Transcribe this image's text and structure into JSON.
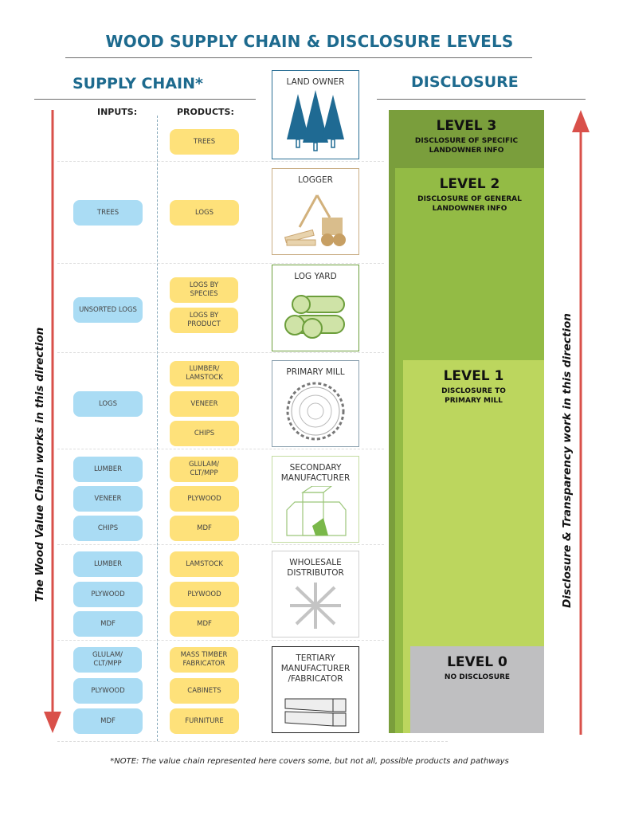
{
  "title": "WOOD SUPPLY CHAIN & DISCLOSURE LEVELS",
  "supply_chain": {
    "heading": "SUPPLY CHAIN*",
    "inputs_label": "INPUTS:",
    "products_label": "PRODUCTS:"
  },
  "disclosure": {
    "heading": "DISCLOSURE"
  },
  "stages": [
    {
      "label": "LAND OWNER",
      "icon": "trees-icon",
      "inputs": [],
      "products": [
        "TREES"
      ]
    },
    {
      "label": "LOGGER",
      "icon": "logging-machine-icon",
      "inputs": [
        "TREES"
      ],
      "products": [
        "LOGS"
      ]
    },
    {
      "label": "LOG YARD",
      "icon": "log-pile-icon",
      "inputs": [
        "UNSORTED LOGS"
      ],
      "products": [
        "LOGS BY SPECIES",
        "LOGS BY PRODUCT"
      ]
    },
    {
      "label": "PRIMARY MILL",
      "icon": "saw-blade-icon",
      "inputs": [
        "LOGS"
      ],
      "products": [
        "LUMBER/ LAMSTOCK",
        "VENEER",
        "CHIPS"
      ]
    },
    {
      "label": "SECONDARY",
      "label2": "MANUFACTURER",
      "icon": "lumber-icon",
      "inputs": [
        "LUMBER",
        "VENEER",
        "CHIPS"
      ],
      "products": [
        "GLULAM/ CLT/MPP",
        "PLYWOOD",
        "MDF"
      ]
    },
    {
      "label": "WHOLESALE",
      "label2": "DISTRIBUTOR",
      "icon": "distribution-arrows-icon",
      "inputs": [
        "LUMBER",
        "PLYWOOD",
        "MDF"
      ],
      "products": [
        "LAMSTOCK",
        "PLYWOOD",
        "MDF"
      ]
    },
    {
      "label": "TERTIARY",
      "label2": "MANUFACTURER",
      "label3": "/FABRICATOR",
      "icon": "beams-icon",
      "inputs": [
        "GLULAM/ CLT/MPP",
        "PLYWOOD",
        "MDF"
      ],
      "products": [
        "MASS TIMBER FABRICATOR",
        "CABINETS",
        "FURNITURE"
      ]
    }
  ],
  "levels": [
    {
      "name": "LEVEL 3",
      "desc1": "DISCLOSURE OF SPECIFIC",
      "desc2": "LANDOWNER INFO",
      "color": "#7a9e3c"
    },
    {
      "name": "LEVEL 2",
      "desc1": "DISCLOSURE OF GENERAL",
      "desc2": "LANDOWNER INFO",
      "color": "#93bb45"
    },
    {
      "name": "LEVEL 1",
      "desc1": "DISCLOSURE TO",
      "desc2": "PRIMARY MILL",
      "color": "#bcd65e"
    },
    {
      "name": "LEVEL 0",
      "desc1": "NO DISCLOSURE",
      "color": "#bfbfc1"
    }
  ],
  "left_arrow_text": "The Wood Value Chain works in this direction",
  "right_arrow_text": "Disclosure & Transparency work in this direction",
  "note": "*NOTE: The value chain represented here covers some, but not all, possible products and pathways"
}
